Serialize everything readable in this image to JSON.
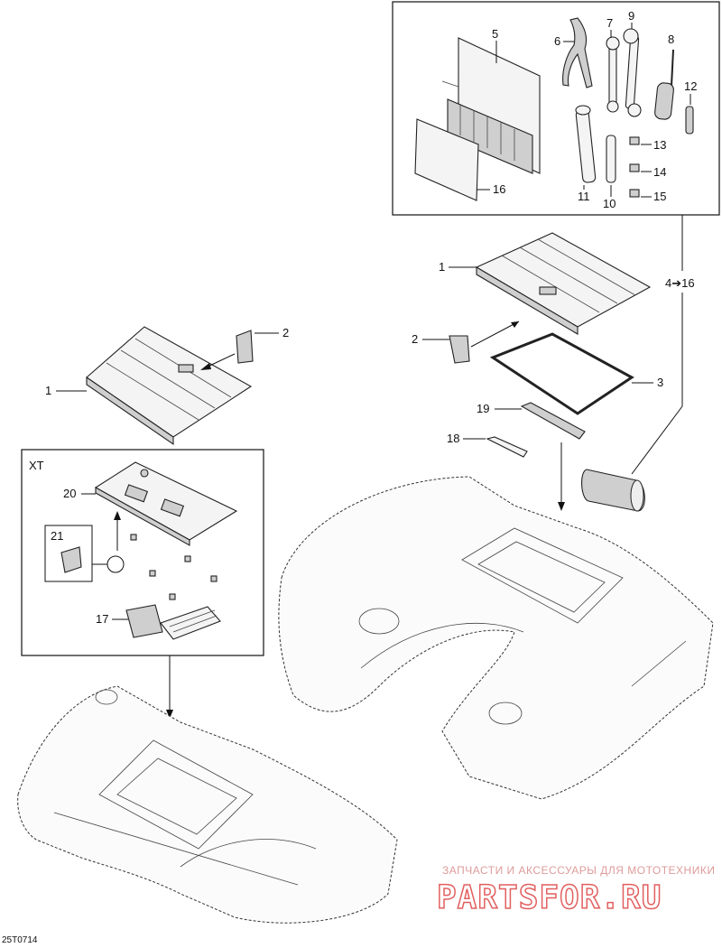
{
  "diagram_code": "25T0714",
  "group_label": "XT",
  "callouts": {
    "n1": "1",
    "n2": "2",
    "n3": "3",
    "n4_16": "4➔16",
    "n5": "5",
    "n6": "6",
    "n7": "7",
    "n8": "8",
    "n9": "9",
    "n10": "10",
    "n11": "11",
    "n12": "12",
    "n13": "13",
    "n14": "14",
    "n15": "15",
    "n16": "16",
    "n17": "17",
    "n18": "18",
    "n19": "19",
    "n20": "20",
    "n21": "21"
  },
  "watermark": {
    "tagline": "ЗАПЧАСТИ И АКСЕССУАРЫ ДЛЯ МОТОТЕХНИКИ",
    "brand": "PARTSFOR.RU",
    "color": "#d44444"
  }
}
